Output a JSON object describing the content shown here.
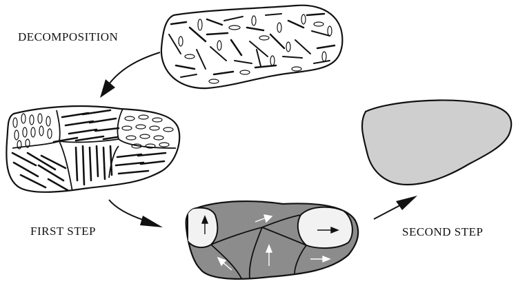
{
  "labels": {
    "decomposition": "DECOMPOSITION",
    "first_step": "FIRST STEP",
    "second_step": "SECOND STEP"
  },
  "colors": {
    "stroke": "#111111",
    "region_fill": "#8c8c8c",
    "light_fill": "#f2f2f2",
    "final_fill": "#cfcfcf",
    "background": "#ffffff"
  }
}
